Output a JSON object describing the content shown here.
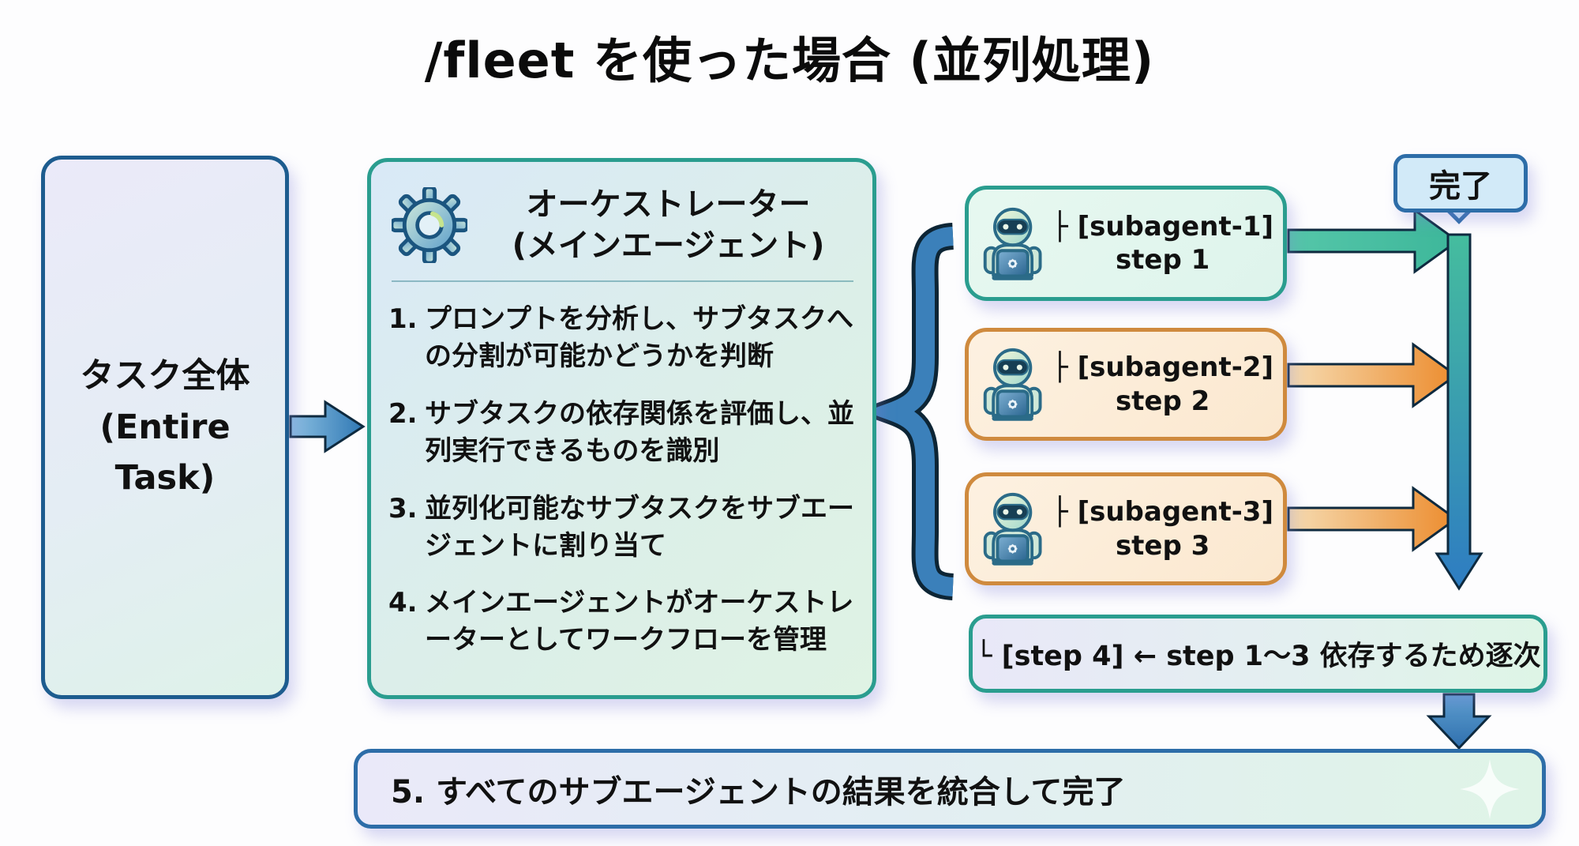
{
  "title": "/fleet を使った場合 (並列処理)",
  "entire_task": {
    "line1": "タスク全体",
    "line2": "(Entire Task)"
  },
  "orchestrator": {
    "icon": "gear-icon",
    "title_line1": "オーケストレーター",
    "title_line2": "(メインエージェント)",
    "steps": [
      {
        "num": "1.",
        "text": "プロンプトを分析し、サブタスクへの分割が可能かどうかを判断"
      },
      {
        "num": "2.",
        "text": "サブタスクの依存関係を評価し、並列実行できるものを識別"
      },
      {
        "num": "3.",
        "text": "並列化可能なサブタスクをサブエージェントに割り当て"
      },
      {
        "num": "4.",
        "text": "メインエージェントがオーケストレーターとしてワークフローを管理"
      }
    ]
  },
  "subagents": [
    {
      "icon": "robot-icon",
      "label": "├ [subagent-1]",
      "step": "step 1"
    },
    {
      "icon": "robot-icon",
      "label": "├ [subagent-2]",
      "step": "step 2"
    },
    {
      "icon": "robot-icon",
      "label": "├ [subagent-3]",
      "step": "step 3"
    }
  ],
  "done": {
    "label": "完了"
  },
  "step4": {
    "label": "└ [step 4] ← step 1〜3 依存するため逐次"
  },
  "final": {
    "label": "5. すべてのサブエージェントの結果を統合して完了"
  },
  "colors": {
    "navy-border": "#1d5c8f",
    "teal-border": "#2a9d8f",
    "orange-border": "#cf8a3e",
    "blue-border": "#2d6da8",
    "teal-arrow": "#49bfa1",
    "orange-arrow": "#ec8c2e",
    "blue-arrow": "#3279b5",
    "bar-top": "#45bd9e",
    "bar-bottom": "#2e7cc2",
    "bubble-fill": "#d2eaf8"
  }
}
